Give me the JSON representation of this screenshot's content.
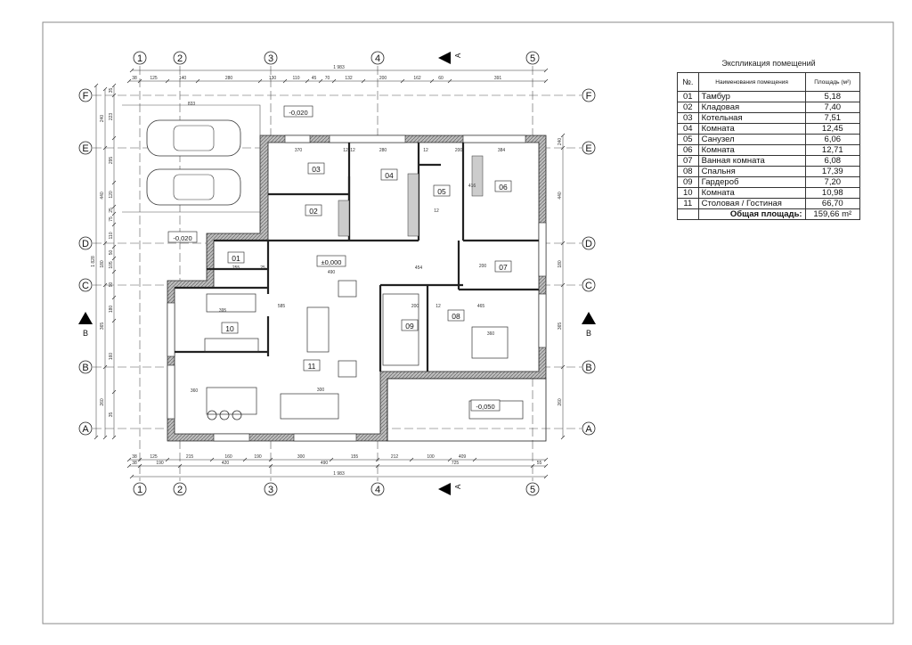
{
  "legend": {
    "title": "Экспликация помещений",
    "headers": {
      "num": "№.",
      "name": "Наименования помещения",
      "area": "Площадь (м²)"
    },
    "rows": [
      {
        "num": "01",
        "name": "Тамбур",
        "area": "5,18"
      },
      {
        "num": "02",
        "name": "Кладовая",
        "area": "7,40"
      },
      {
        "num": "03",
        "name": "Котельная",
        "area": "7,51"
      },
      {
        "num": "04",
        "name": "Комната",
        "area": "12,45"
      },
      {
        "num": "05",
        "name": "Санузел",
        "area": "6,06"
      },
      {
        "num": "06",
        "name": "Комната",
        "area": "12,71"
      },
      {
        "num": "07",
        "name": "Ванная комната",
        "area": "6,08"
      },
      {
        "num": "08",
        "name": "Спальня",
        "area": "17,39"
      },
      {
        "num": "09",
        "name": "Гардероб",
        "area": "7,20"
      },
      {
        "num": "10",
        "name": "Комната",
        "area": "10,98"
      },
      {
        "num": "11",
        "name": "Столовая / Гостиная",
        "area": "66,70"
      }
    ],
    "total_label": "Общая площадь:",
    "total_value": "159,66 m²"
  },
  "plan": {
    "axes_columns": [
      "1",
      "2",
      "3",
      "4",
      "5"
    ],
    "axes_rows": [
      "F",
      "E",
      "D",
      "C",
      "B",
      "A"
    ],
    "section_marks": {
      "vertical": "A",
      "horizontal": "B"
    },
    "rooms": [
      "01",
      "02",
      "03",
      "04",
      "05",
      "06",
      "07",
      "08",
      "09",
      "10",
      "11"
    ],
    "levels": [
      "-0,020",
      "-0,020",
      "±0,000",
      "-0,050"
    ],
    "dims_top_total": "1 983",
    "dims_top": [
      "38",
      "125",
      "140",
      "280",
      "130",
      "110",
      "45",
      "70",
      "132",
      "200",
      "162",
      "60",
      "391"
    ],
    "dims_bottom_1": [
      "38",
      "125",
      "215",
      "160",
      "190",
      "300",
      "155",
      "212",
      "100",
      "409"
    ],
    "dims_bottom_2": [
      "38",
      "190",
      "420",
      "490",
      "725",
      "55"
    ],
    "dims_bottom_total": "1 983",
    "dims_left_total": "1 828",
    "dims_left_1": [
      "240",
      "440",
      "180",
      "365",
      "260"
    ],
    "dims_left_2": [
      "35",
      "223",
      "295",
      "120",
      "25",
      "75",
      "110",
      "50",
      "105",
      "90",
      "180",
      "160",
      "35"
    ],
    "dims_inner": [
      "833",
      "370",
      "12",
      "12",
      "280",
      "12",
      "200",
      "384",
      "255",
      "25",
      "490",
      "454",
      "12",
      "395",
      "200",
      "12",
      "465",
      "360",
      "585",
      "360",
      "300",
      "416",
      "200"
    ]
  },
  "colors": {
    "wall_hatch": "#9a9a9a",
    "line": "#222222",
    "axis": "#555555"
  }
}
